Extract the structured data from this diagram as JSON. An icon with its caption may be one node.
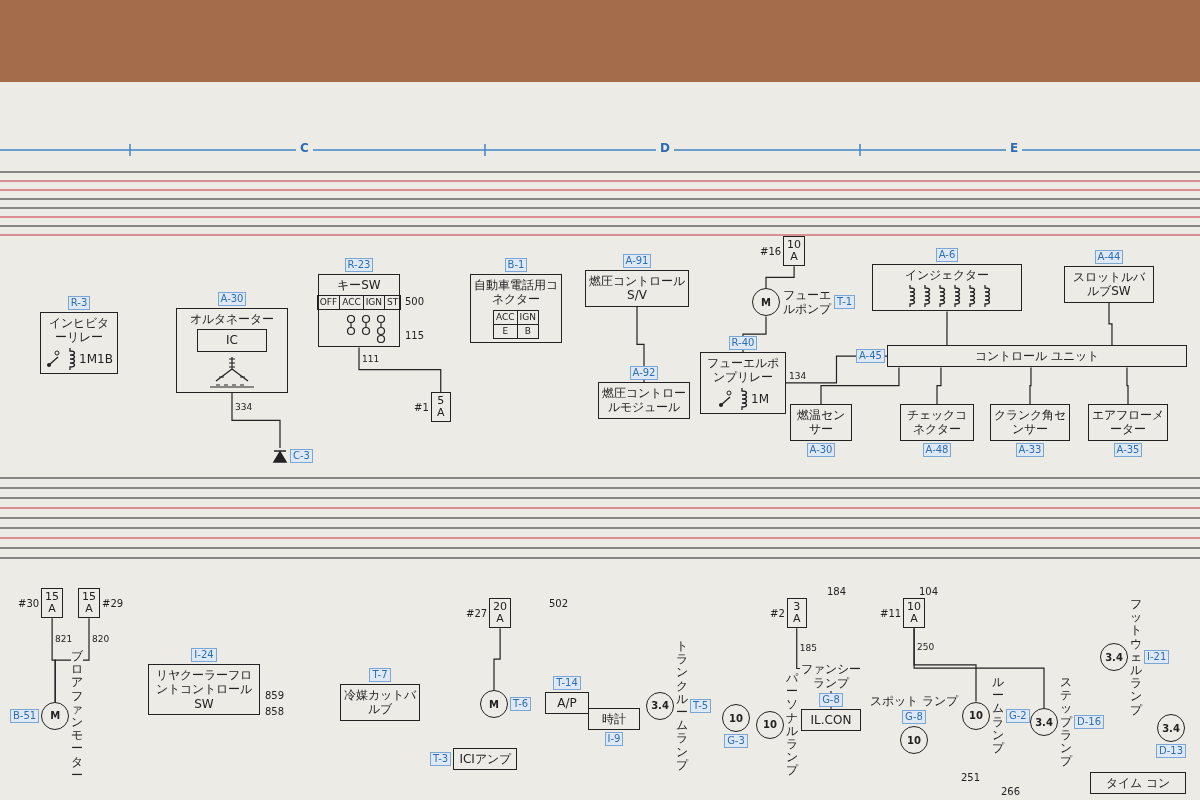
{
  "diagram": {
    "nodes": [
      {
        "text": [
          "キーSW",
          "OFF",
          "ACC",
          "IGN",
          "ST"
        ],
        "beside": [
          "R-23"
        ]
      },
      {
        "text": [
          "インヒビターリレー",
          "1M1B"
        ],
        "beside": [
          "R-3"
        ]
      },
      {
        "text": [
          "オルタネーター"
        ],
        "beside": [
          "A-30"
        ]
      },
      {
        "text": [
          "IC"
        ],
        "in": 2
      },
      {
        "text": [],
        "shape": "diode",
        "beside": [
          "C-3"
        ]
      },
      {
        "text": [
          "5 A"
        ],
        "beside": [
          "#1"
        ]
      },
      {
        "text": [
          "自動車電話用コネクター",
          "ACC",
          "IGN",
          "E",
          "B"
        ],
        "beside": [
          "B-1"
        ]
      },
      {
        "text": [
          "燃圧コントロールS/V"
        ],
        "beside": [
          "A-91"
        ]
      },
      {
        "text": [
          "燃圧コントロールモジュール"
        ],
        "beside": [
          "A-92"
        ]
      },
      {
        "text": [
          "10 A"
        ],
        "beside": [
          "#16"
        ]
      },
      {
        "text": [
          "M"
        ],
        "beside": [
          "フューエルポンプ",
          "T-1"
        ]
      },
      {
        "text": [
          "フューエルポンプリレー",
          "1M"
        ],
        "beside": [
          "R-40"
        ]
      },
      {
        "text": [
          "燃温センサー"
        ],
        "beside": [
          "A-30"
        ]
      },
      {
        "text": [
          "インジェクター"
        ],
        "beside": [
          "A-6"
        ]
      },
      {
        "text": [
          "コントロール ユニット"
        ],
        "beside": [
          "A-45"
        ]
      },
      {
        "text": [
          "スロットルバルブSW"
        ],
        "beside": [
          "A-44"
        ]
      },
      {
        "text": [
          "チェックコネクター"
        ],
        "beside": [
          "A-48"
        ]
      },
      {
        "text": [
          "クランク角センサー"
        ],
        "beside": [
          "A-33"
        ]
      },
      {
        "text": [
          "エアフローメーター"
        ],
        "beside": [
          "A-35"
        ]
      },
      {
        "text": [
          "15 A"
        ],
        "beside": [
          "#30"
        ]
      },
      {
        "text": [
          "15 A"
        ],
        "beside": [
          "#29"
        ]
      },
      {
        "text": [
          "M"
        ],
        "beside": [
          "B-51",
          "ブロアファンモーター"
        ]
      },
      {
        "text": [
          "リヤクーラーフロントコントロールSW"
        ],
        "beside": [
          "I-24"
        ]
      },
      {
        "text": [
          "冷媒カットバルブ"
        ],
        "beside": [
          "T-7"
        ]
      },
      {
        "text": [
          "20 A"
        ],
        "beside": [
          "#27"
        ]
      },
      {
        "text": [
          "M"
        ],
        "beside": [
          "T-6"
        ]
      },
      {
        "text": [
          "A/P"
        ],
        "beside": [
          "T-14"
        ]
      },
      {
        "text": [
          "ICIアンプ"
        ],
        "beside": [
          "T-3"
        ]
      },
      {
        "text": [
          "時計"
        ],
        "beside": [
          "I-9"
        ]
      },
      {
        "text": [
          "3.4"
        ],
        "beside": [
          "トランクルームランプ",
          "T-5"
        ]
      },
      {
        "text": [
          "3 A"
        ],
        "beside": [
          "#2"
        ]
      },
      {
        "text": [
          "10"
        ],
        "beside": [
          "G-3"
        ]
      },
      {
        "text": [
          "10"
        ],
        "beside": [
          "パーソナルランプ"
        ]
      },
      {
        "text": [
          "IL.CON"
        ],
        "beside": [
          "ファンシーランプ",
          "G-8"
        ]
      },
      {
        "text": [
          "10 A"
        ],
        "beside": [
          "#11"
        ]
      },
      {
        "text": [
          "10"
        ],
        "beside": [
          "スポット ランプ",
          "G-8"
        ]
      },
      {
        "text": [
          "10"
        ],
        "beside": [
          "ルームランプ",
          "G-2"
        ]
      },
      {
        "text": [
          "3.4"
        ],
        "beside": [
          "ステップランプ",
          "D-16"
        ]
      },
      {
        "text": [
          "3.4"
        ],
        "beside": [
          "D-13"
        ]
      },
      {
        "text": [
          "3.4"
        ],
        "beside": [
          "フットウェルランプ",
          "I-21"
        ]
      },
      {
        "text": [
          "タイム コン"
        ]
      }
    ],
    "edges": [
      {
        "from": 0,
        "to": 5,
        "arrow": "none",
        "label": "111"
      },
      {
        "from": 2,
        "to": 4,
        "arrow": "none",
        "label": "334"
      },
      {
        "from": 7,
        "to": 8,
        "arrow": "none"
      },
      {
        "from": 9,
        "to": 10,
        "arrow": "none"
      },
      {
        "from": 11,
        "to": 10,
        "arrow": "none"
      },
      {
        "from": 13,
        "to": 14,
        "arrow": "none"
      },
      {
        "from": 15,
        "to": 14,
        "arrow": "none"
      },
      {
        "from": 12,
        "to": 14,
        "arrow": "none"
      },
      {
        "from": 16,
        "to": 14,
        "arrow": "none"
      },
      {
        "from": 17,
        "to": 14,
        "arrow": "none"
      },
      {
        "from": 18,
        "to": 14,
        "arrow": "none"
      },
      {
        "from": 19,
        "to": 21,
        "arrow": "none",
        "label": "821"
      },
      {
        "from": 20,
        "to": 21,
        "arrow": "none",
        "label": "820"
      },
      {
        "from": 24,
        "to": 25,
        "arrow": "none"
      },
      {
        "from": 34,
        "to": 36,
        "arrow": "none",
        "label": "250"
      },
      {
        "from": 34,
        "to": 37,
        "arrow": "none"
      },
      {
        "from": 30,
        "to": 33,
        "arrow": "none",
        "label": "185"
      },
      {
        "from": 11,
        "to": 14,
        "arrow": "none",
        "label": "134"
      }
    ],
    "labels": [
      "C",
      "D",
      "E",
      "500",
      "115",
      "502",
      "184",
      "104",
      "859",
      "858",
      "251",
      "266"
    ]
  }
}
